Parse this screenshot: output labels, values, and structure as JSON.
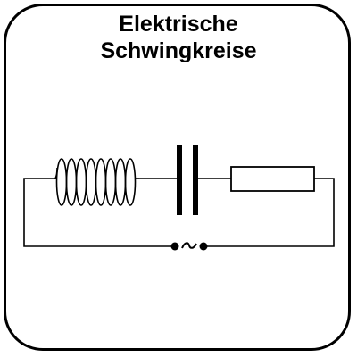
{
  "title": {
    "line1": "Elektrische",
    "line2": "Schwingkreise"
  },
  "diagram": {
    "components": [
      "inductor-coil",
      "capacitor",
      "resistor",
      "ac-source"
    ],
    "source_symbol": "~",
    "colors": {
      "stroke": "#000000",
      "background": "#ffffff"
    }
  }
}
